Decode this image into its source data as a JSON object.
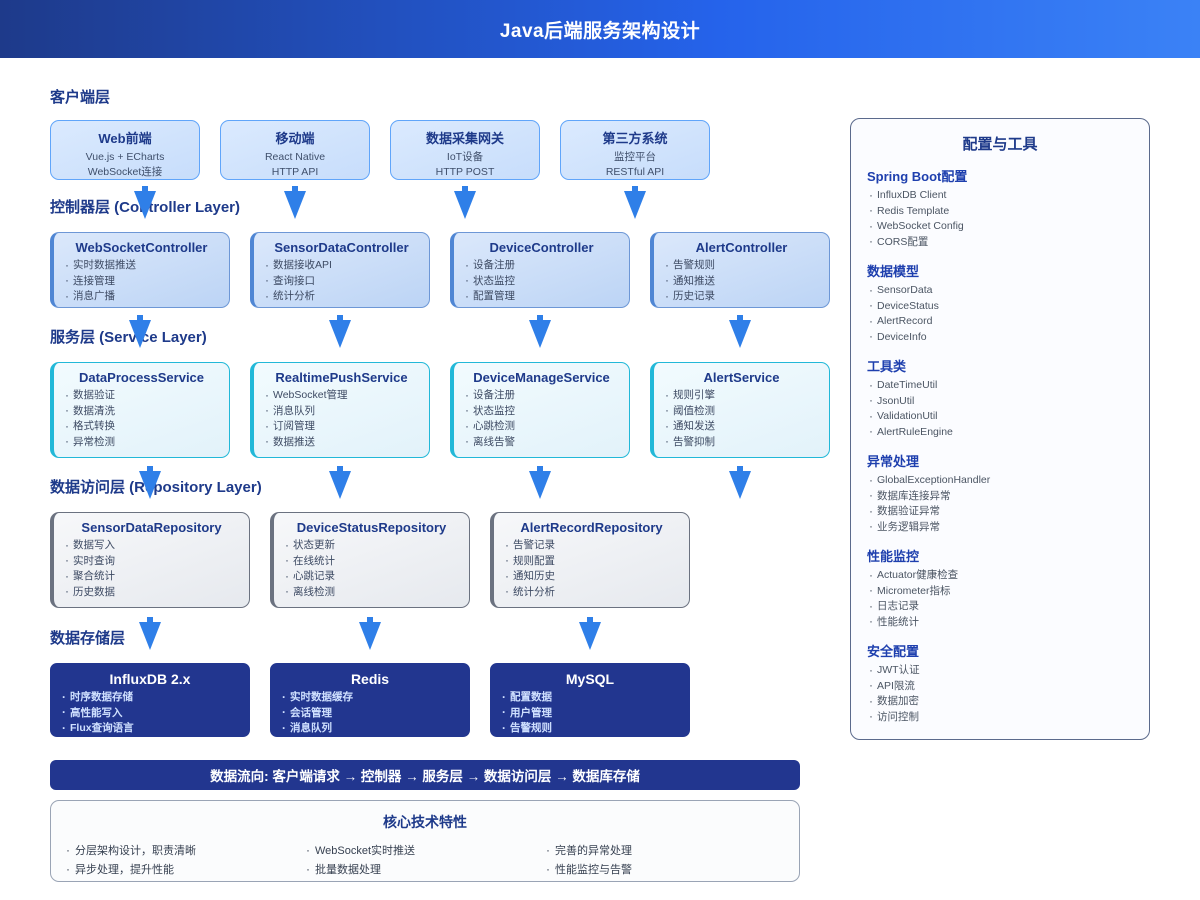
{
  "header": {
    "title": "Java后端服务架构设计"
  },
  "layers": [
    {
      "key": "client",
      "title": "客户端层"
    },
    {
      "key": "controller",
      "title": "控制器层 (Controller Layer)"
    },
    {
      "key": "service",
      "title": "服务层 (Service Layer)"
    },
    {
      "key": "repository",
      "title": "数据访问层 (Repository Layer)"
    },
    {
      "key": "storage",
      "title": "数据存储层"
    }
  ],
  "client_nodes": [
    {
      "title": "Web前端",
      "sub": [
        "Vue.js + ECharts",
        "WebSocket连接"
      ]
    },
    {
      "title": "移动端",
      "sub": [
        "React Native",
        "HTTP API"
      ]
    },
    {
      "title": "数据采集网关",
      "sub": [
        "IoT设备",
        "HTTP POST"
      ]
    },
    {
      "title": "第三方系统",
      "sub": [
        "监控平台",
        "RESTful API"
      ]
    }
  ],
  "controller_nodes": [
    {
      "title": "WebSocketController",
      "items": [
        "实时数据推送",
        "连接管理",
        "消息广播"
      ]
    },
    {
      "title": "SensorDataController",
      "items": [
        "数据接收API",
        "查询接口",
        "统计分析"
      ]
    },
    {
      "title": "DeviceController",
      "items": [
        "设备注册",
        "状态监控",
        "配置管理"
      ]
    },
    {
      "title": "AlertController",
      "items": [
        "告警规则",
        "通知推送",
        "历史记录"
      ]
    }
  ],
  "service_nodes": [
    {
      "title": "DataProcessService",
      "items": [
        "数据验证",
        "数据清洗",
        "格式转换",
        "异常检测"
      ]
    },
    {
      "title": "RealtimePushService",
      "items": [
        "WebSocket管理",
        "消息队列",
        "订阅管理",
        "数据推送"
      ]
    },
    {
      "title": "DeviceManageService",
      "items": [
        "设备注册",
        "状态监控",
        "心跳检测",
        "离线告警"
      ]
    },
    {
      "title": "AlertService",
      "items": [
        "规则引擎",
        "阈值检测",
        "通知发送",
        "告警抑制"
      ]
    }
  ],
  "repository_nodes": [
    {
      "title": "SensorDataRepository",
      "items": [
        "数据写入",
        "实时查询",
        "聚合统计",
        "历史数据"
      ]
    },
    {
      "title": "DeviceStatusRepository",
      "items": [
        "状态更新",
        "在线统计",
        "心跳记录",
        "离线检测"
      ]
    },
    {
      "title": "AlertRecordRepository",
      "items": [
        "告警记录",
        "规则配置",
        "通知历史",
        "统计分析"
      ]
    }
  ],
  "storage_nodes": [
    {
      "title": "InfluxDB 2.x",
      "items": [
        "时序数据存储",
        "高性能写入",
        "Flux查询语言"
      ]
    },
    {
      "title": "Redis",
      "items": [
        "实时数据缓存",
        "会话管理",
        "消息队列"
      ]
    },
    {
      "title": "MySQL",
      "items": [
        "配置数据",
        "用户管理",
        "告警规则"
      ]
    }
  ],
  "side_panel": {
    "title": "配置与工具",
    "groups": [
      {
        "title": "Spring Boot配置",
        "items": [
          "InfluxDB Client",
          "Redis Template",
          "WebSocket Config",
          "CORS配置"
        ]
      },
      {
        "title": "数据模型",
        "items": [
          "SensorData",
          "DeviceStatus",
          "AlertRecord",
          "DeviceInfo"
        ]
      },
      {
        "title": "工具类",
        "items": [
          "DateTimeUtil",
          "JsonUtil",
          "ValidationUtil",
          "AlertRuleEngine"
        ]
      },
      {
        "title": "异常处理",
        "items": [
          "GlobalExceptionHandler",
          "数据库连接异常",
          "数据验证异常",
          "业务逻辑异常"
        ]
      },
      {
        "title": "性能监控",
        "items": [
          "Actuator健康检查",
          "Micrometer指标",
          "日志记录",
          "性能统计"
        ]
      },
      {
        "title": "安全配置",
        "items": [
          "JWT认证",
          "API限流",
          "数据加密",
          "访问控制"
        ]
      }
    ]
  },
  "flow_bar": {
    "text": "数据流向: 客户端请求 → 控制器 → 服务层 → 数据访问层 → 数据库存储"
  },
  "features": {
    "title": "核心技术特性",
    "columns": [
      [
        "分层架构设计，职责清晰",
        "异步处理，提升性能"
      ],
      [
        "WebSocket实时推送",
        "批量数据处理"
      ],
      [
        "完善的异常处理",
        "性能监控与告警"
      ]
    ]
  },
  "colors": {
    "header_gradient_start": "#1e3a8a",
    "header_gradient_end": "#3b82f6",
    "arrow": "#2f7fe8",
    "client_border": "#60a5fa",
    "controller_border": "#6d97d6",
    "service_border": "#22b8d8",
    "repository_border": "#6b7280",
    "storage_fill": "#22368f",
    "layer_title": "#1e3a8a"
  }
}
